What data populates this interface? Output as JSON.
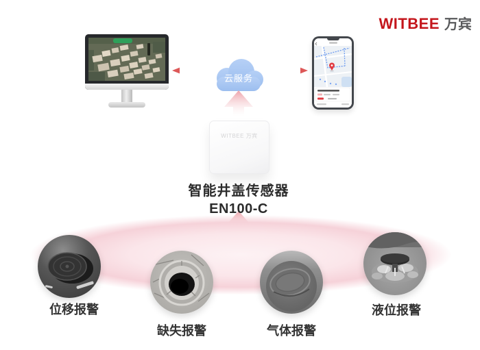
{
  "brand": {
    "name": "WITBEE",
    "name_cn": "万宾"
  },
  "cloud": {
    "label": "云服务"
  },
  "sensor": {
    "device_marking": "WITBEE 万宾",
    "title": "智能井盖传感器",
    "model": "EN100-C"
  },
  "alarms": [
    {
      "label": "位移报警",
      "image": "displaced-manhole-cover-photo"
    },
    {
      "label": "缺失报警",
      "image": "missing-manhole-cover-photo"
    },
    {
      "label": "气体报警",
      "image": "gas-manhole-cover-photo"
    },
    {
      "label": "液位报警",
      "image": "water-overflow-manhole-photo"
    }
  ],
  "illustrations": {
    "monitor": "desktop-monitor-with-3d-city-gis-map",
    "phone": "smartphone-with-map-and-location-pin"
  },
  "colors": {
    "brand_red": "#c4161c",
    "arrow_red": "#dd5858",
    "cloud_blue": "#a7c6f0",
    "platform_pink": "#f6d2d9",
    "label_dark": "#333333"
  }
}
